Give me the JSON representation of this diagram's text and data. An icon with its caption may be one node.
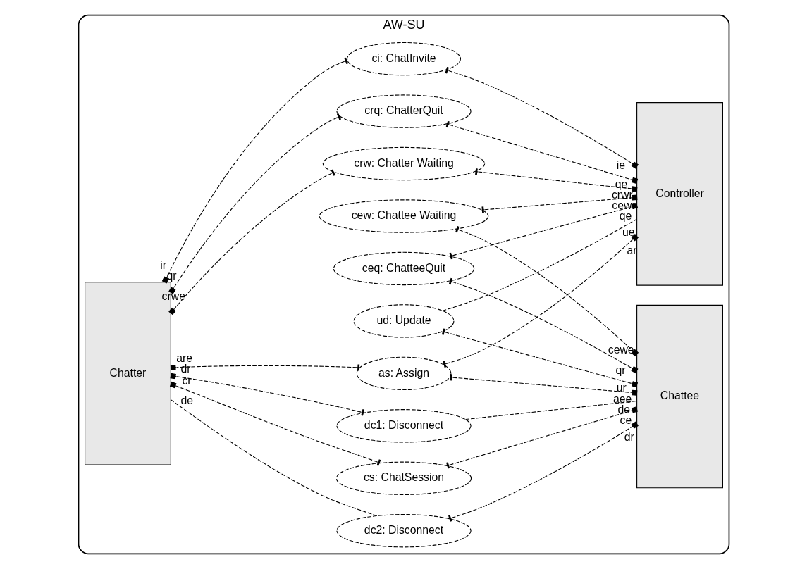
{
  "diagram": {
    "nodes": [
      {
        "text": [
          "AW-SU"
        ]
      },
      {
        "text": [
          "Controller"
        ],
        "in": 0
      },
      {
        "text": [
          "Chatter"
        ],
        "in": 0
      },
      {
        "text": [
          "Chattee"
        ],
        "in": 0
      },
      {
        "text": [
          "ci: ChatInvite"
        ],
        "in": 0
      },
      {
        "text": [
          "crw: Chatter Waiting"
        ],
        "in": 0
      },
      {
        "text": [
          "crq: ChatterQuit"
        ],
        "in": 0
      },
      {
        "text": [
          "cew: Chattee Waiting"
        ],
        "in": 0
      },
      {
        "text": [
          "ceq: ChatteeQuit"
        ],
        "in": 0
      },
      {
        "text": [
          "as: Assign"
        ],
        "in": 0
      },
      {
        "text": [
          "ud: Update"
        ],
        "in": 0
      },
      {
        "text": [
          "cs: ChatSession"
        ],
        "in": 0
      },
      {
        "text": [
          "dc1: Disconnect"
        ],
        "in": 0
      },
      {
        "text": [
          "dc2: Disconnect"
        ],
        "in": 0
      }
    ],
    "edges": [
      {
        "from": 4,
        "to": 1,
        "arrow": "other",
        "label": "ie"
      },
      {
        "from": 4,
        "to": 2,
        "arrow": "other",
        "label": "ir"
      },
      {
        "from": 5,
        "to": 1,
        "arrow": "other",
        "label": "crwr"
      },
      {
        "from": 5,
        "to": 2,
        "arrow": "other",
        "label": "crwe"
      },
      {
        "from": 6,
        "to": 1,
        "arrow": "other",
        "label": "qe"
      },
      {
        "from": 6,
        "to": 2,
        "arrow": "other",
        "label": "qr"
      },
      {
        "from": 9,
        "to": 1,
        "arrow": "other",
        "label": "ar"
      },
      {
        "from": 9,
        "to": 2,
        "arrow": "other",
        "label": "are"
      },
      {
        "from": 9,
        "to": 3,
        "arrow": "other",
        "label": "aee"
      },
      {
        "from": 10,
        "to": 1,
        "arrow": "none",
        "label": "ue"
      },
      {
        "from": 10,
        "to": 3,
        "arrow": "other",
        "label": "ur"
      },
      {
        "from": 7,
        "to": 1,
        "arrow": "other",
        "label": "cewr"
      },
      {
        "from": 7,
        "to": 3,
        "arrow": "other",
        "label": "cewe"
      },
      {
        "from": 8,
        "to": 1,
        "arrow": "other",
        "label": "qe"
      },
      {
        "from": 8,
        "to": 3,
        "arrow": "other",
        "label": "qr"
      },
      {
        "from": 11,
        "to": 2,
        "arrow": "other",
        "label": "cr"
      },
      {
        "from": 11,
        "to": 3,
        "arrow": "other",
        "label": "ce"
      },
      {
        "from": 12,
        "to": 2,
        "arrow": "other",
        "label": "dr"
      },
      {
        "from": 12,
        "to": 3,
        "arrow": "none",
        "label": "de"
      },
      {
        "from": 13,
        "to": 2,
        "arrow": "none",
        "label": "de"
      },
      {
        "from": 13,
        "to": 3,
        "arrow": "other",
        "label": "dr"
      }
    ]
  }
}
